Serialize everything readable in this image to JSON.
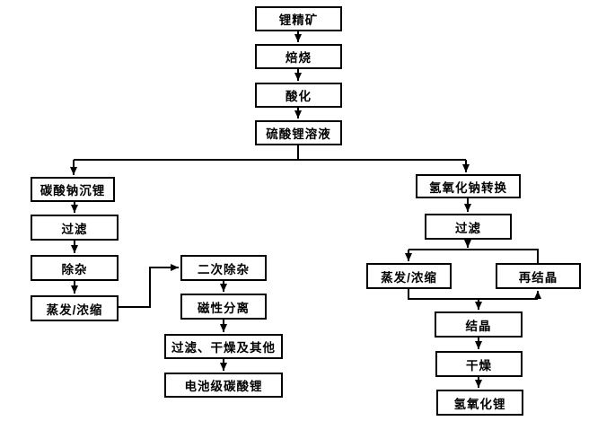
{
  "diagram": {
    "type": "flowchart",
    "line_color": "#000000",
    "box_fill": "#ffffff",
    "background": "#ffffff",
    "nodes": [
      {
        "id": "li-concentrate",
        "label": "锂精矿"
      },
      {
        "id": "roasting",
        "label": "焙烧"
      },
      {
        "id": "acidification",
        "label": "酸化"
      },
      {
        "id": "li-sulfate-solution",
        "label": "硫酸锂溶液"
      },
      {
        "id": "na2co3-precipitation",
        "label": "碳酸钠沉锂"
      },
      {
        "id": "filter-left",
        "label": "过滤"
      },
      {
        "id": "impurity-removal",
        "label": "除杂"
      },
      {
        "id": "evap-concentrate-left",
        "label": "蒸发/浓缩"
      },
      {
        "id": "secondary-removal",
        "label": "二次除杂"
      },
      {
        "id": "magnetic-separation",
        "label": "磁性分离"
      },
      {
        "id": "filter-dry-other",
        "label": "过滤、干燥及其他"
      },
      {
        "id": "battery-li2co3",
        "label": "电池级碳酸锂"
      },
      {
        "id": "naoh-conversion",
        "label": "氢氧化钠转换"
      },
      {
        "id": "filter-right",
        "label": "过滤"
      },
      {
        "id": "evap-concentrate-right",
        "label": "蒸发/浓缩"
      },
      {
        "id": "recrystallization",
        "label": "再结晶"
      },
      {
        "id": "crystallization",
        "label": "结晶"
      },
      {
        "id": "drying",
        "label": "干燥"
      },
      {
        "id": "lioh",
        "label": "氢氧化锂"
      }
    ],
    "edges": [
      {
        "from": "li-concentrate",
        "to": "roasting"
      },
      {
        "from": "roasting",
        "to": "acidification"
      },
      {
        "from": "acidification",
        "to": "li-sulfate-solution"
      },
      {
        "from": "li-sulfate-solution",
        "to": "na2co3-precipitation"
      },
      {
        "from": "li-sulfate-solution",
        "to": "naoh-conversion"
      },
      {
        "from": "na2co3-precipitation",
        "to": "filter-left"
      },
      {
        "from": "filter-left",
        "to": "impurity-removal"
      },
      {
        "from": "impurity-removal",
        "to": "evap-concentrate-left"
      },
      {
        "from": "evap-concentrate-left",
        "to": "secondary-removal"
      },
      {
        "from": "secondary-removal",
        "to": "magnetic-separation"
      },
      {
        "from": "magnetic-separation",
        "to": "filter-dry-other"
      },
      {
        "from": "filter-dry-other",
        "to": "battery-li2co3"
      },
      {
        "from": "naoh-conversion",
        "to": "filter-right"
      },
      {
        "from": "filter-right",
        "to": "evap-concentrate-right"
      },
      {
        "from": "recrystallization",
        "to": "evap-concentrate-right"
      },
      {
        "from": "evap-concentrate-right",
        "to": "crystallization"
      },
      {
        "from": "evap-concentrate-right",
        "to": "recrystallization"
      },
      {
        "from": "crystallization",
        "to": "drying"
      },
      {
        "from": "drying",
        "to": "lioh"
      }
    ]
  }
}
